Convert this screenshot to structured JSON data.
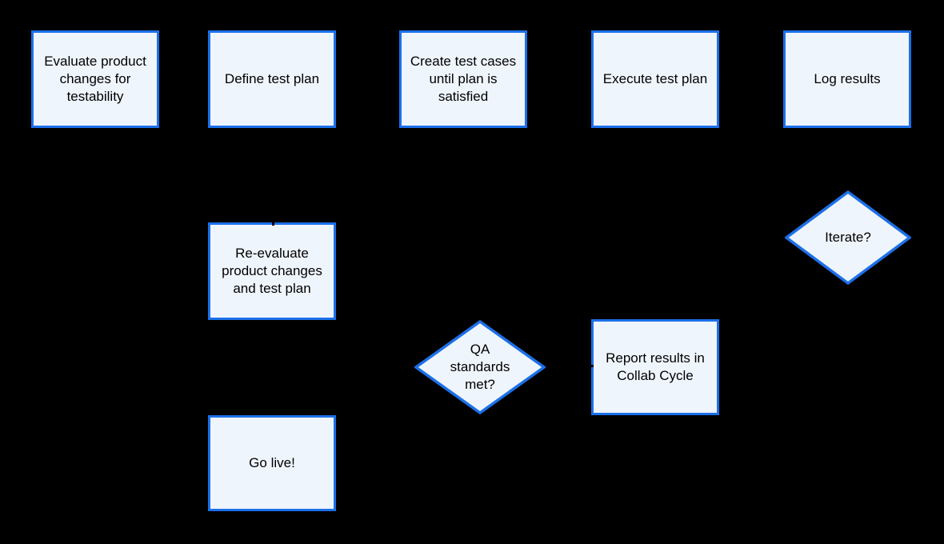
{
  "diagram": {
    "colors": {
      "background": "#000000",
      "shape_fill": "#EFF5FD",
      "shape_stroke": "#1C70E8",
      "text_color": "#000000"
    },
    "nodes": {
      "evaluate": {
        "shape": "rect",
        "label": "Evaluate product changes for testability"
      },
      "define": {
        "shape": "rect",
        "label": "Define test plan"
      },
      "create": {
        "shape": "rect",
        "label": "Create test cases until plan is satisfied"
      },
      "execute": {
        "shape": "rect",
        "label": "Execute test plan"
      },
      "log": {
        "shape": "rect",
        "label": "Log results"
      },
      "iterate": {
        "shape": "diamond",
        "label": "Iterate?"
      },
      "reevaluate": {
        "shape": "rect",
        "label": "Re-evaluate product changes and test plan"
      },
      "qa": {
        "shape": "diamond",
        "label": "QA standards met?"
      },
      "report": {
        "shape": "rect",
        "label": "Report results in Collab Cycle"
      },
      "golive": {
        "shape": "rect",
        "label": "Go live!"
      }
    }
  }
}
